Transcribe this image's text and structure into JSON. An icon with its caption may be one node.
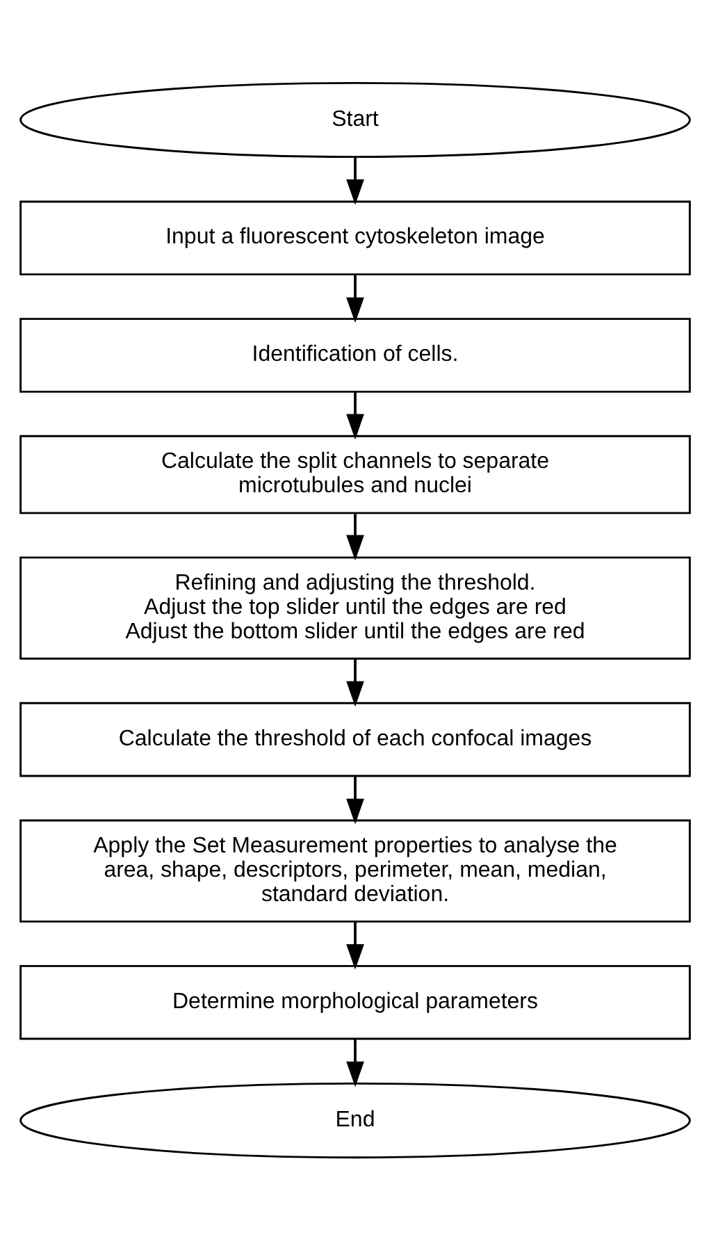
{
  "diagram": {
    "nodes": [
      {
        "text": [
          "Start"
        ]
      },
      {
        "text": [
          "Input a fluorescent cytoskeleton image"
        ]
      },
      {
        "text": [
          "Identification of cells."
        ]
      },
      {
        "text": [
          "Calculate the split channels to separate microtubules and nuclei"
        ]
      },
      {
        "text": [
          "Refining and adjusting the threshold.",
          "Adjust the top slider until the edges are red",
          "Adjust the bottom slider until the edges are red"
        ]
      },
      {
        "text": [
          "Calculate the threshold of each confocal images"
        ]
      },
      {
        "text": [
          "Apply the Set Measurement properties to analyse the area, shape, descriptors, perimeter, mean, median, standard deviation."
        ]
      },
      {
        "text": [
          "Determine morphological parameters"
        ]
      },
      {
        "text": [
          "End"
        ]
      }
    ],
    "edges": [
      {
        "from": 0,
        "to": 1,
        "arrow": "to"
      },
      {
        "from": 1,
        "to": 2,
        "arrow": "to"
      },
      {
        "from": 2,
        "to": 3,
        "arrow": "to"
      },
      {
        "from": 3,
        "to": 4,
        "arrow": "to"
      },
      {
        "from": 4,
        "to": 5,
        "arrow": "to"
      },
      {
        "from": 5,
        "to": 6,
        "arrow": "to"
      },
      {
        "from": 6,
        "to": 7,
        "arrow": "to"
      },
      {
        "from": 7,
        "to": 8,
        "arrow": "to"
      }
    ]
  }
}
